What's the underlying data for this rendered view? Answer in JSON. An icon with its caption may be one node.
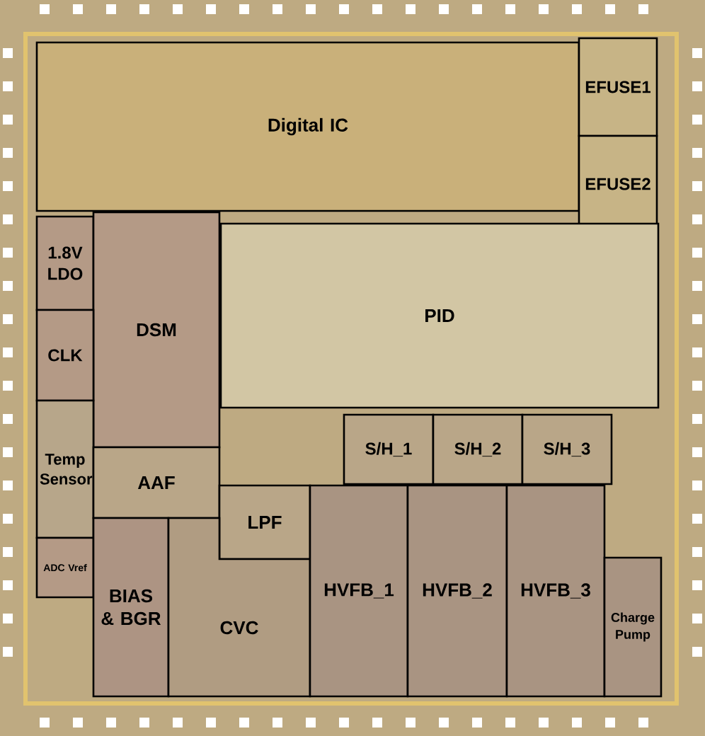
{
  "diagram": {
    "nodes": [
      {
        "text": [
          "Digital IC"
        ]
      },
      {
        "text": [
          "EFUSE1"
        ]
      },
      {
        "text": [
          "EFUSE2"
        ]
      },
      {
        "text": [
          "1.8V LDO"
        ]
      },
      {
        "text": [
          "DSM"
        ]
      },
      {
        "text": [
          "PID"
        ]
      },
      {
        "text": [
          "CLK"
        ]
      },
      {
        "text": [
          "S/H_1"
        ]
      },
      {
        "text": [
          "S/H_2"
        ]
      },
      {
        "text": [
          "S/H_3"
        ]
      },
      {
        "text": [
          "Temp Sensor"
        ]
      },
      {
        "text": [
          "AAF"
        ]
      },
      {
        "text": [
          "LPF"
        ]
      },
      {
        "text": [
          "ADC Vref"
        ]
      },
      {
        "text": [
          "BIAS & BGR"
        ]
      },
      {
        "text": [
          "CVC"
        ]
      },
      {
        "text": [
          "HVFB_1"
        ]
      },
      {
        "text": [
          "HVFB_2"
        ]
      },
      {
        "text": [
          "HVFB_3"
        ]
      },
      {
        "text": [
          "Charge Pump"
        ]
      }
    ]
  }
}
